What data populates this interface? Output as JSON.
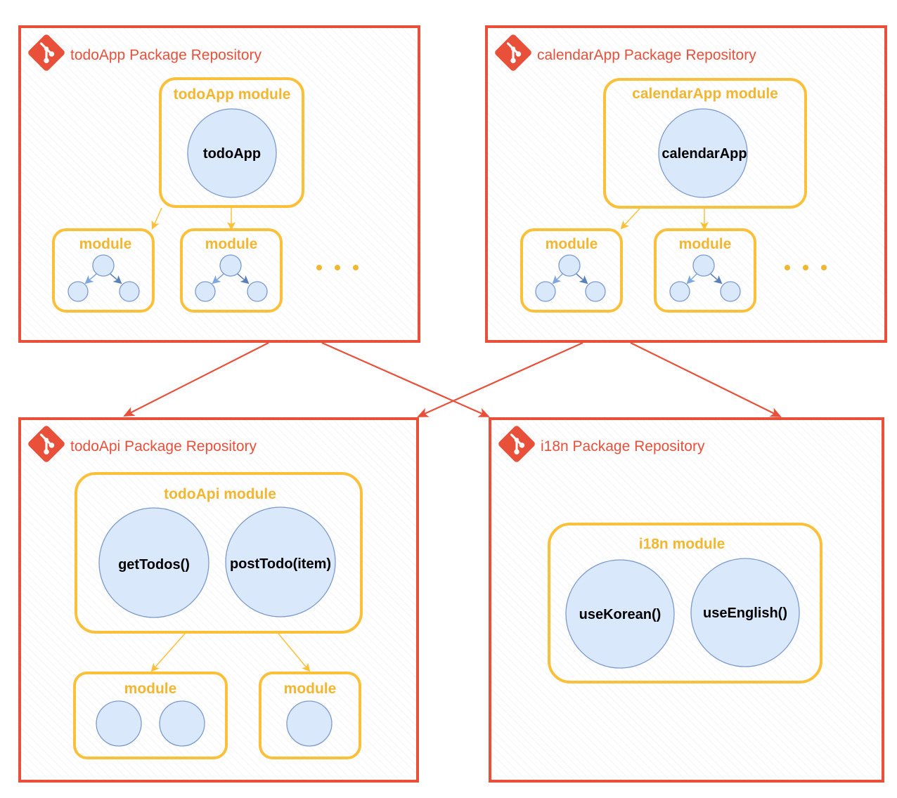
{
  "colors": {
    "repo": "#e8503a",
    "module": "#fbc03a",
    "module_text": "#f2b630",
    "node_fill": "#dae8fc",
    "node_stroke": "#7b9acc"
  },
  "repositories": {
    "todoApp": {
      "icon": "git-icon",
      "title": "todoApp Package Repository",
      "main_module": {
        "title": "todoApp module",
        "nodes": [
          "todoApp"
        ]
      },
      "sub_modules": [
        {
          "title": "module",
          "nodes": 3
        },
        {
          "title": "module",
          "nodes": 3
        }
      ],
      "more": "ellipsis"
    },
    "calendarApp": {
      "icon": "git-icon",
      "title": "calendarApp Package Repository",
      "main_module": {
        "title": "calendarApp module",
        "nodes": [
          "calendarApp"
        ]
      },
      "sub_modules": [
        {
          "title": "module",
          "nodes": 3
        },
        {
          "title": "module",
          "nodes": 3
        }
      ],
      "more": "ellipsis"
    },
    "todoApi": {
      "icon": "git-icon",
      "title": "todoApi Package Repository",
      "main_module": {
        "title": "todoApi module",
        "nodes": [
          "getTodos()",
          "postTodo(item)"
        ]
      },
      "sub_modules": [
        {
          "title": "module",
          "nodes": 2
        },
        {
          "title": "module",
          "nodes": 1
        }
      ]
    },
    "i18n": {
      "icon": "git-icon",
      "title": "i18n Package Repository",
      "main_module": {
        "title": "i18n module",
        "nodes": [
          "useKorean()",
          "useEnglish()"
        ]
      }
    }
  },
  "dependencies": [
    {
      "from": "todoApp",
      "to": "todoApi"
    },
    {
      "from": "todoApp",
      "to": "i18n"
    },
    {
      "from": "calendarApp",
      "to": "todoApi"
    },
    {
      "from": "calendarApp",
      "to": "i18n"
    }
  ]
}
